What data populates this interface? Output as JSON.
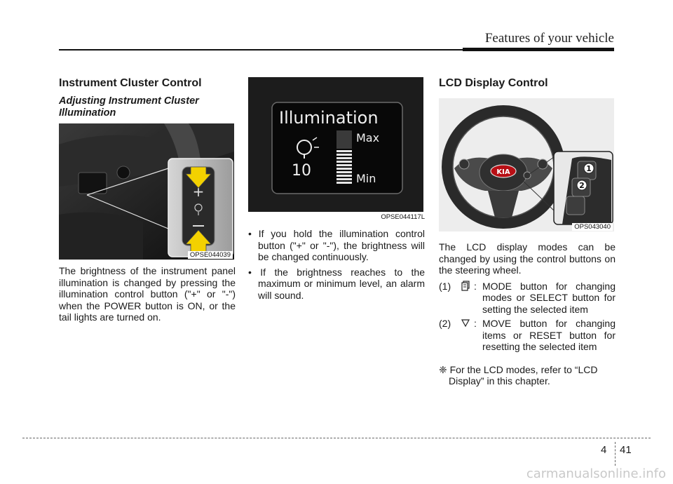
{
  "header": {
    "title": "Features of your vehicle"
  },
  "left": {
    "section_title": "Instrument Cluster Control",
    "sub_title": "Adjusting Instrument Cluster Illumination",
    "image_caption": "OPSE044039",
    "paragraph": "The brightness of the instrument panel illumination is changed by pressing the illumination control button (\"+\" or \"-\") when the POWER button is ON, or the tail lights are turned on."
  },
  "middle": {
    "display": {
      "title": "Illumination",
      "max": "Max",
      "min": "Min",
      "level": "10"
    },
    "image_caption": "OPSE044117L",
    "bullets": [
      "If you hold the illumination control button (\"+\" or \"-\"), the brightness will be changed continuously.",
      "If the brightness reaches to the maximum or minimum level, an alarm will sound."
    ]
  },
  "right": {
    "section_title": "LCD Display Control",
    "wheel_labels": {
      "one": "1",
      "two": "2"
    },
    "image_caption": "OPS043040",
    "paragraph": "The LCD display modes can be changed by using the control buttons on the steering wheel.",
    "items": [
      {
        "num": "(1)",
        "icon": "mode-icon",
        "text": "MODE button for changing modes or SELECT button for setting the selected item"
      },
      {
        "num": "(2)",
        "icon": "triangle-down-icon",
        "text": "MOVE button for changing items or RESET button for resetting the selected item"
      }
    ],
    "note_symbol": "❈",
    "note": "For the LCD modes, refer to “LCD Display” in this chapter."
  },
  "footer": {
    "chapter": "4",
    "page": "41"
  },
  "watermark": "carmanualsonline.info"
}
